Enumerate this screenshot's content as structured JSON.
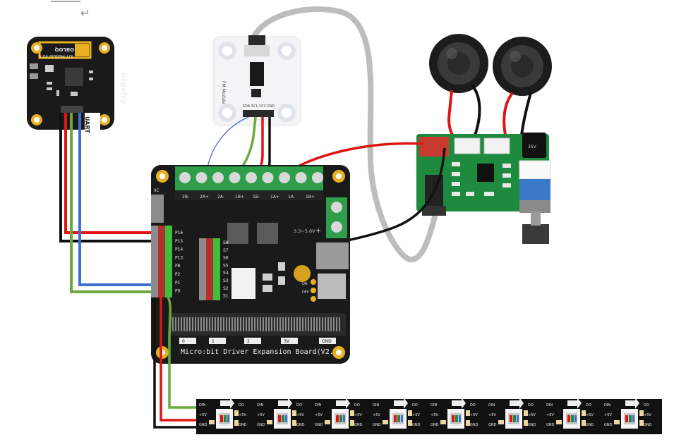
{
  "doc": {
    "return_glyph": "↵"
  },
  "colors": {
    "wire_red": "#e01414",
    "wire_black": "#111111",
    "wire_green": "#6aaa3c",
    "wire_blue": "#3f6fcf",
    "wire_gray": "#bdbdbd",
    "pcb_black": "#1a1a1a",
    "pcb_green": "#1e8a3e",
    "pin_green": "#3fbf3f",
    "pin_red": "#b33030",
    "pin_gray": "#8c8c8c",
    "gold": "#e8b020"
  },
  "iot_module": {
    "brand": "Gravity",
    "name": "IOT Module V2.0",
    "logo": "OBLOQ",
    "uart_label": "UART"
  },
  "fm_module": {
    "name": "FM Module",
    "pins": [
      "SDA",
      "SCL",
      "VCC",
      "GND"
    ]
  },
  "expansion_board": {
    "title": "Micro:bit Driver Expansion Board(V2.0)",
    "iic_label": "IIC",
    "left_pins": [
      "P16",
      "P15",
      "P14",
      "P13",
      "P8",
      "P2",
      "P1",
      "P0"
    ],
    "servo_pins": [
      "S8",
      "S7",
      "S6",
      "S5",
      "S4",
      "S3",
      "S2",
      "S1"
    ],
    "voltage_label": "3.3~5.6V",
    "edge_labels": [
      "0",
      "1",
      "2",
      "3V",
      "GND"
    ],
    "terminal_labels": [
      "2B-",
      "2A+",
      "2A-",
      "1B+",
      "1B-",
      "1A+",
      "1A-",
      "1B+"
    ],
    "switch_labels": [
      "ON",
      "OFF"
    ]
  },
  "amplifier": {
    "cap_label": "35V"
  },
  "led_strip": {
    "segments": 8,
    "labels": [
      "DIN",
      "+5V",
      "GND",
      "DO"
    ]
  }
}
